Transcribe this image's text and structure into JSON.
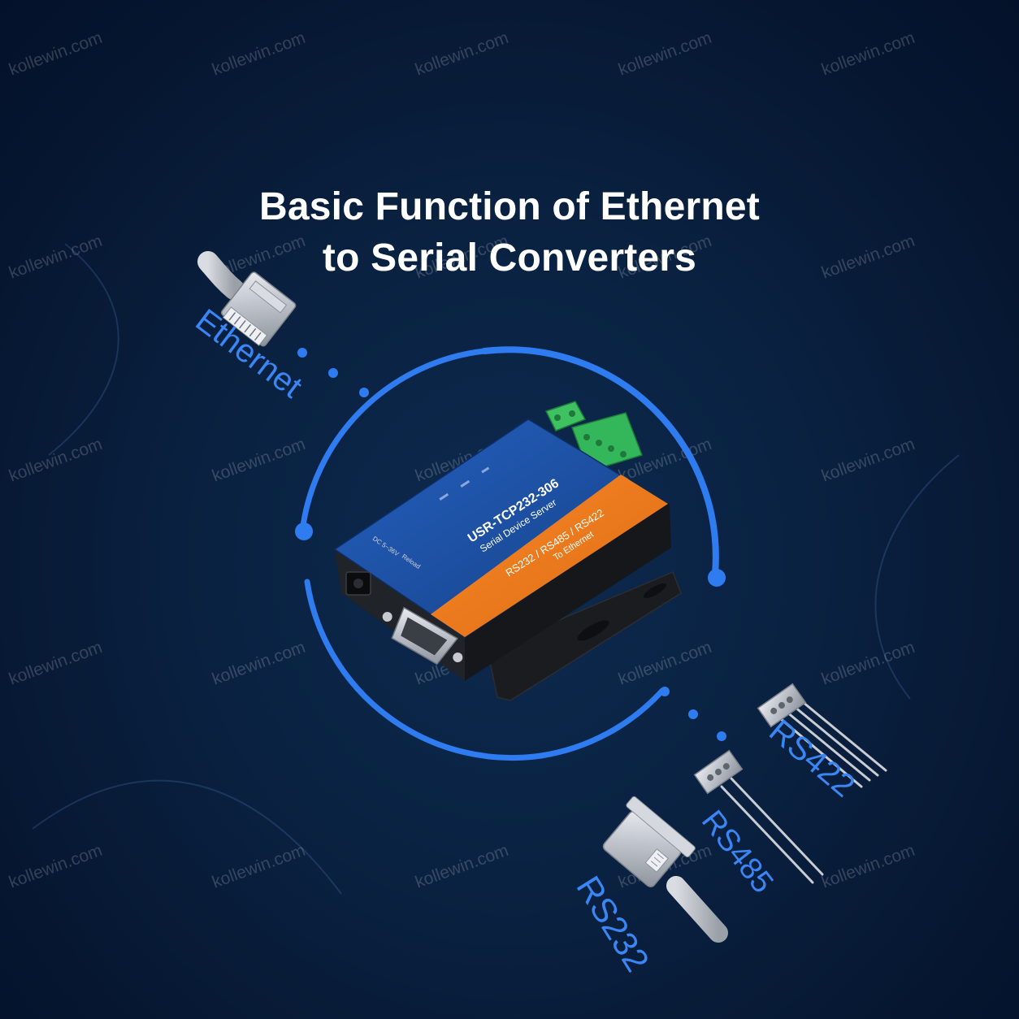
{
  "title": {
    "line1": "Basic Function of Ethernet",
    "line2": "to Serial Converters"
  },
  "labels": {
    "ethernet": "Ethernet",
    "rs232": "RS232",
    "rs485": "RS485",
    "rs422": "RS422"
  },
  "device": {
    "model": "USR-TCP232-306",
    "subtitle": "Serial Device Server",
    "band_line1": "RS232 / RS485 / RS422",
    "band_line2": "To Ethernet",
    "power_label": "DC 5~36V",
    "reload_label": "Reload"
  },
  "watermark": "kollewin.com",
  "colors": {
    "accent_blue": "#2f7cf0",
    "device_blue": "#1d57b0",
    "device_orange": "#f07d1c",
    "terminal_green": "#33b75a"
  }
}
